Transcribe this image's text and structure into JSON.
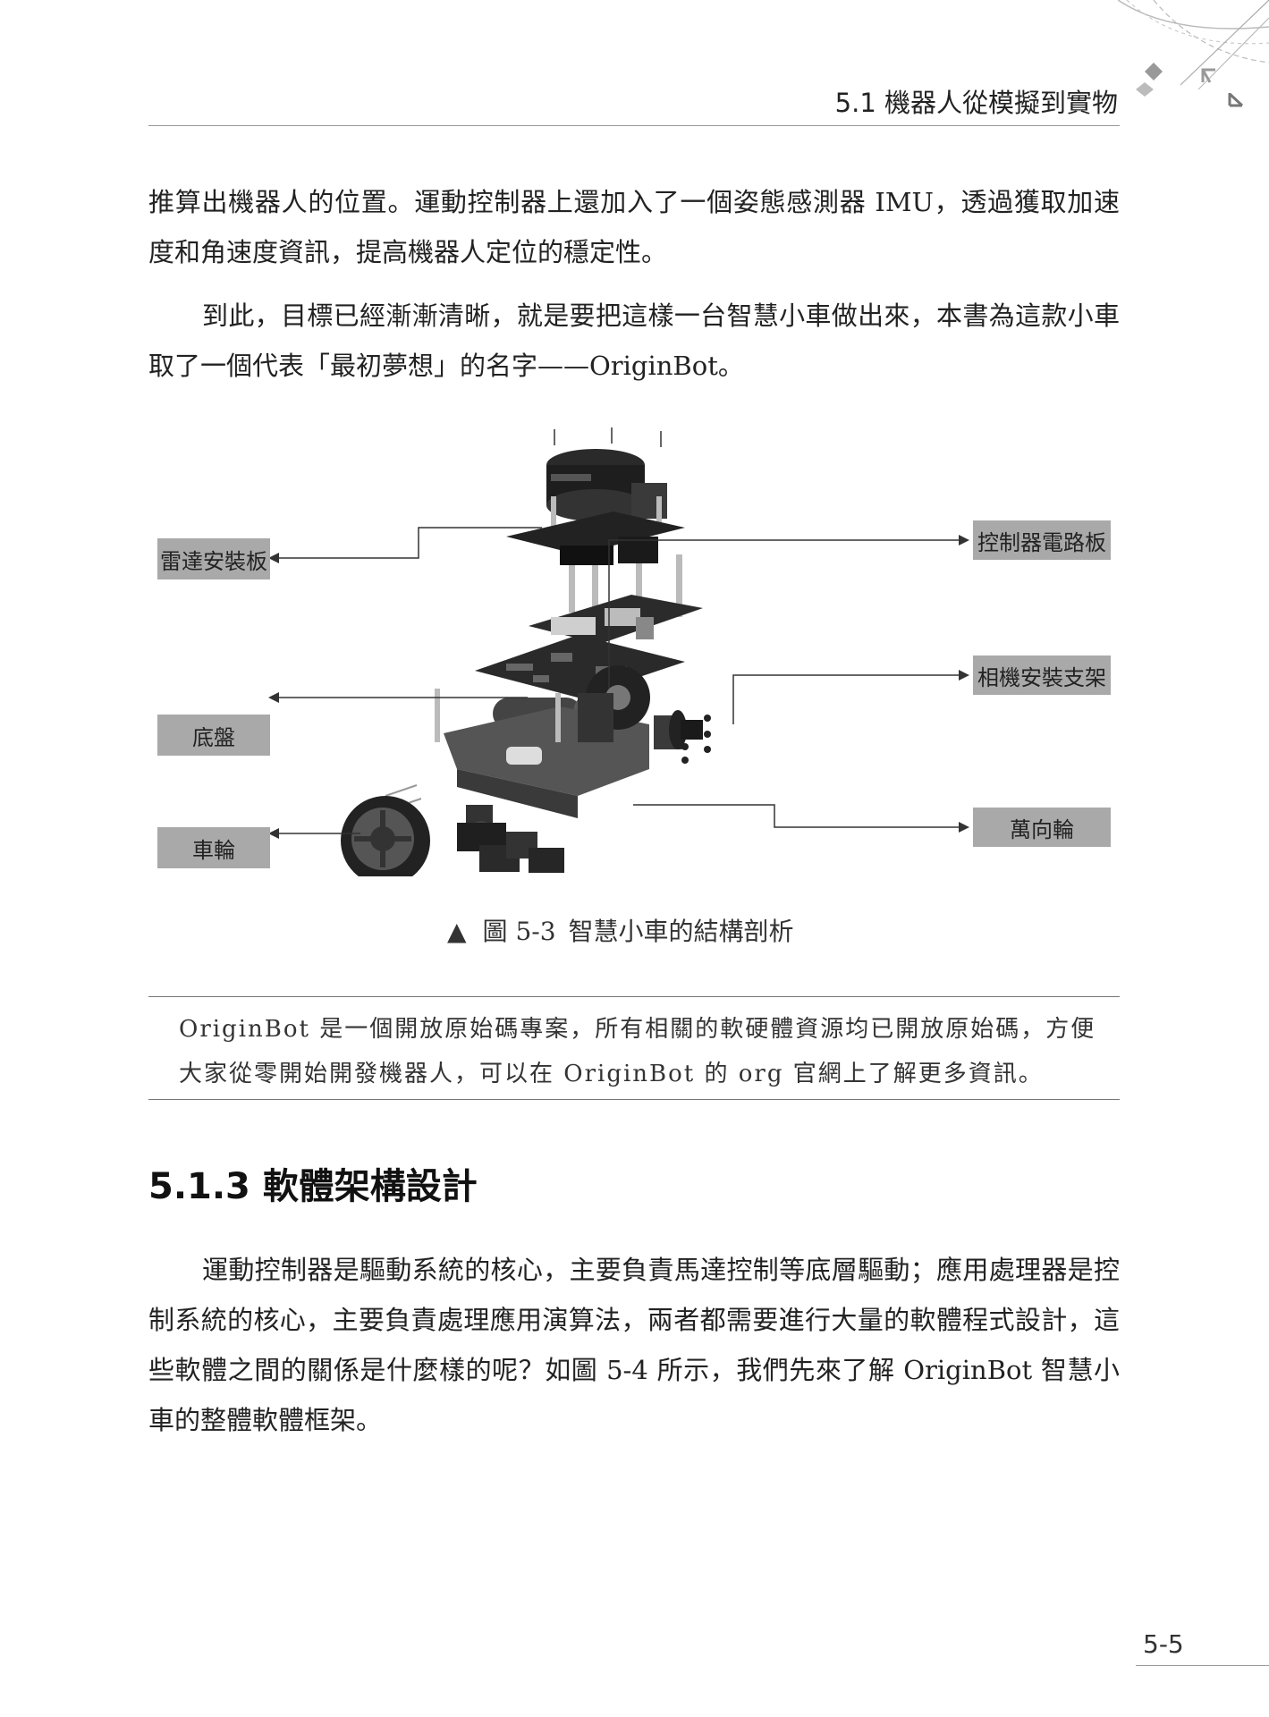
{
  "header": {
    "section_title": "5.1  機器人從模擬到實物"
  },
  "paragraphs": {
    "p1": "推算出機器人的位置。運動控制器上還加入了一個姿態感測器 IMU，透過獲取加速度和角速度資訊，提高機器人定位的穩定性。",
    "p2": "到此，目標已經漸漸清晰，就是要把這樣一台智慧小車做出來，本書為這款小車取了一個代表「最初夢想」的名字——OriginBot。",
    "p3": "運動控制器是驅動系統的核心，主要負責馬達控制等底層驅動；應用處理器是控制系統的核心，主要負責處理應用演算法，兩者都需要進行大量的軟體程式設計，這些軟體之間的關係是什麼樣的呢？如圖 5-4 所示，我們先來了解 OriginBot 智慧小車的整體軟體框架。"
  },
  "figure": {
    "labels": {
      "radar_mount": "雷達安裝板",
      "chassis": "底盤",
      "wheel": "車輪",
      "controller_board": "控制器電路板",
      "camera_mount": "相機安裝支架",
      "caster": "萬向輪"
    },
    "caption_marker": "▲",
    "caption_number": "圖 5-3",
    "caption_text": "智慧小車的結構剖析"
  },
  "note": {
    "text": "OriginBot 是一個開放原始碼專案，所有相關的軟硬體資源均已開放原始碼，方便大家從零開始開發機器人，可以在 OriginBot 的 org 官網上了解更多資訊。"
  },
  "section": {
    "heading": "5.1.3  軟體架構設計"
  },
  "footer": {
    "page_number": "5-5"
  }
}
